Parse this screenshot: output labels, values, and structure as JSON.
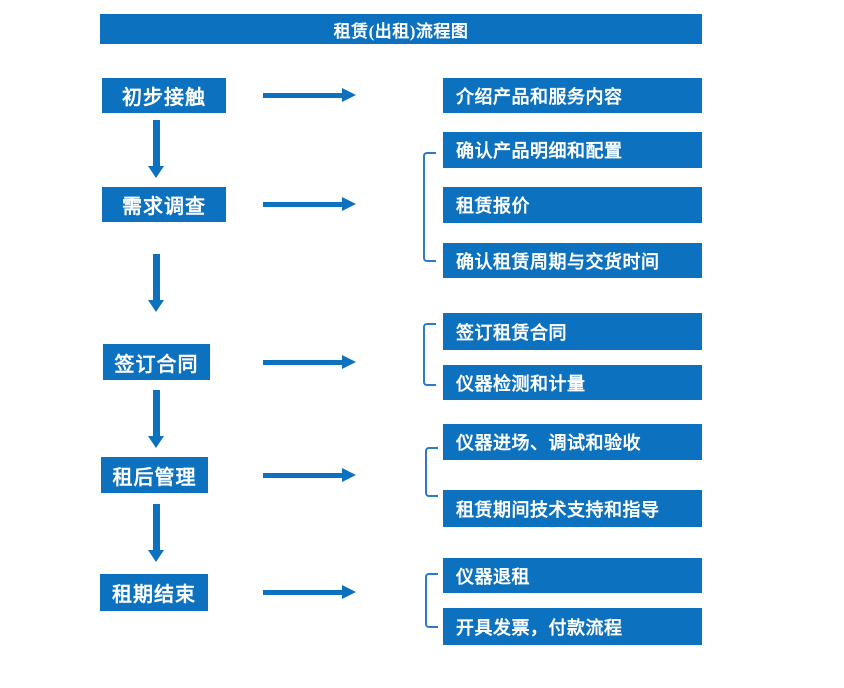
{
  "title": "租赁(出租)流程图",
  "colors": {
    "primary": "#0C71BE",
    "bracket": "#2F7BC3",
    "text": "#FFFFFF",
    "background": "#FFFFFF"
  },
  "steps": [
    {
      "label": "初步接触",
      "outputs": [
        "介绍产品和服务内容"
      ]
    },
    {
      "label": "需求调查",
      "outputs": [
        "确认产品明细和配置",
        "租赁报价",
        "确认租赁周期与交货时间"
      ]
    },
    {
      "label": "签订合同",
      "outputs": [
        "签订租赁合同",
        "仪器检测和计量"
      ]
    },
    {
      "label": "租后管理",
      "outputs": [
        "仪器进场、调试和验收",
        "租赁期间技术支持和指导"
      ]
    },
    {
      "label": "租期结束",
      "outputs": [
        "仪器退租",
        "开具发票，付款流程"
      ]
    }
  ]
}
